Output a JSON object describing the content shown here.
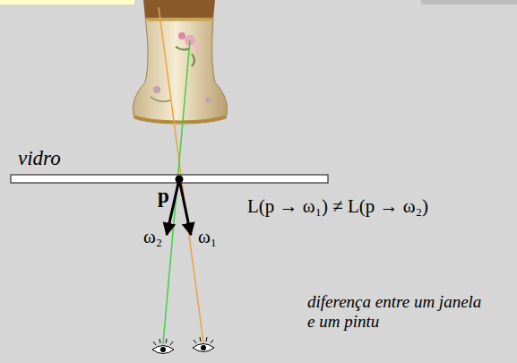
{
  "diagram": {
    "labels": [
      "vidro",
      "p",
      "ω₂",
      "ω₁",
      "L(p → ω₁) ≠ L(p → ω₂)",
      "diferença entre um janela e um pintu"
    ]
  }
}
